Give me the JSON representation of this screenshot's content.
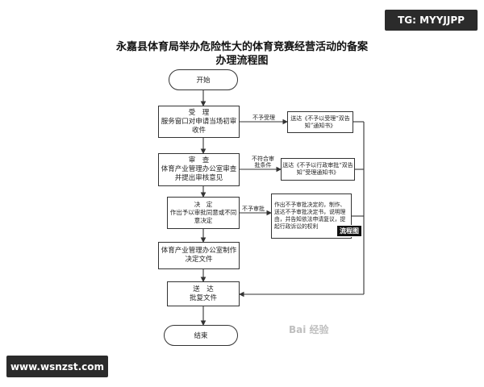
{
  "title": {
    "line1": "永嘉县体育局举办危险性大的体育竞赛经营活动的备案",
    "line2": "办理流程图"
  },
  "steps": {
    "start": "开始",
    "accept_title": "受　理",
    "accept_body": "服务窗口对申请当场初审收件",
    "review_title": "审　查",
    "review_body": "体育产业管理办公室审查并提出审核意见",
    "decide_title": "决　定",
    "decide_body": "作出予以审批同意或不同意决定",
    "produce_body": "体育产业管理办公室制作决定文件",
    "deliver_title": "送　达",
    "deliver_body": "批复文件",
    "end": "结束"
  },
  "branches": {
    "reject_accept_label": "不予受理",
    "reject_accept_box": "送达《不予以受理“双告知”通知书》",
    "noncompliant_label": "不符合审批条件",
    "noncompliant_box": "送达《不予以行政审批“双告知”受理通知书》",
    "deny_label": "不予审批",
    "deny_box": "作出不予审批决定的，制作、送达不予审批决定书，说明理由，并告知依法申请复议，提起行政诉讼的权利"
  },
  "overlays": {
    "top_badge": "TG: MYYJJPP",
    "bottom_badge": "www.wsnzst.com",
    "tag": "流程图",
    "watermark": "Bai 经验"
  }
}
